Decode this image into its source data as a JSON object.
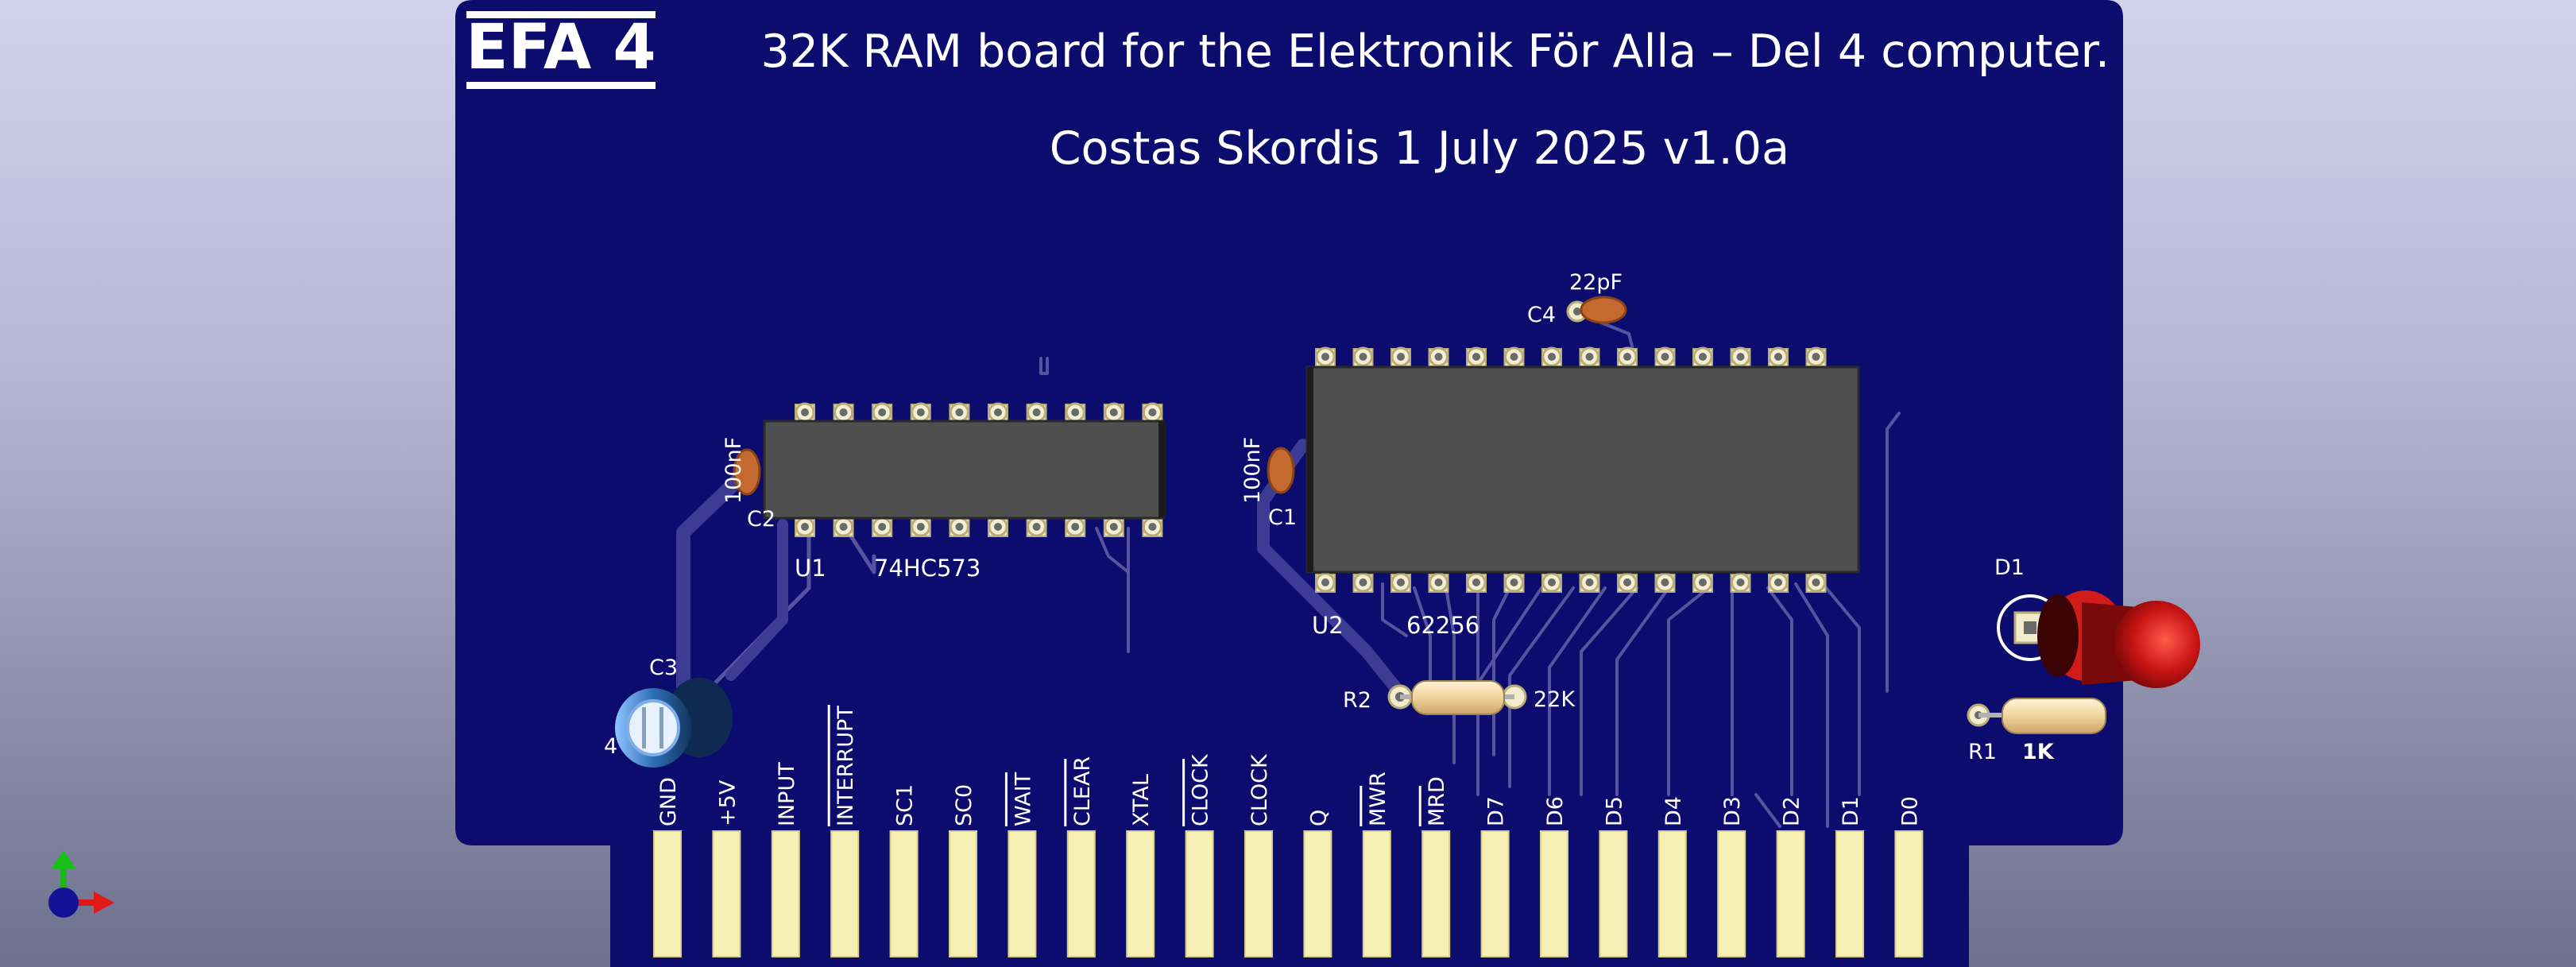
{
  "board": {
    "logo": "EFA 4",
    "title": "32K RAM board for the Elektronik För Alla – Del 4 computer.",
    "author_line": "Costas Skordis 1 July 2025 v1.0a"
  },
  "components": {
    "u1_ref": "U1",
    "u1_value": "74HC573",
    "u2_ref": "U2",
    "u2_value": "62256",
    "c1_ref": "C1",
    "c1_value": "100nF",
    "c2_ref": "C2",
    "c2_value": "100nF",
    "c3_ref": "C3",
    "c3_value": "4",
    "c4_ref": "C4",
    "c4_value": "22pF",
    "r1_ref": "R1",
    "r1_value": "1K",
    "r2_ref": "R2",
    "r2_value": "22K",
    "d1_ref": "D1"
  },
  "edge_connector": {
    "labels": [
      "GND",
      "+5V",
      "INPUT",
      "INTERRUPT",
      "SC1",
      "SC0",
      "WAIT",
      "CLEAR",
      "XTAL",
      "CLOCK",
      "CLOCK",
      "Q",
      "MWR",
      "MRD",
      "D7",
      "D6",
      "D5",
      "D4",
      "D3",
      "D2",
      "D1",
      "D0"
    ],
    "overlined": [
      false,
      false,
      false,
      true,
      false,
      false,
      true,
      true,
      false,
      true,
      false,
      false,
      true,
      true,
      false,
      false,
      false,
      false,
      false,
      false,
      false,
      false
    ]
  },
  "colors": {
    "pcb": "#0c0c6e",
    "copper_trace": "#5454a0",
    "gold_finger": "#f6f0b4",
    "ic_body": "#505050",
    "led": "#c81414"
  },
  "icons": {
    "axis": "axis-gizmo-icon"
  }
}
